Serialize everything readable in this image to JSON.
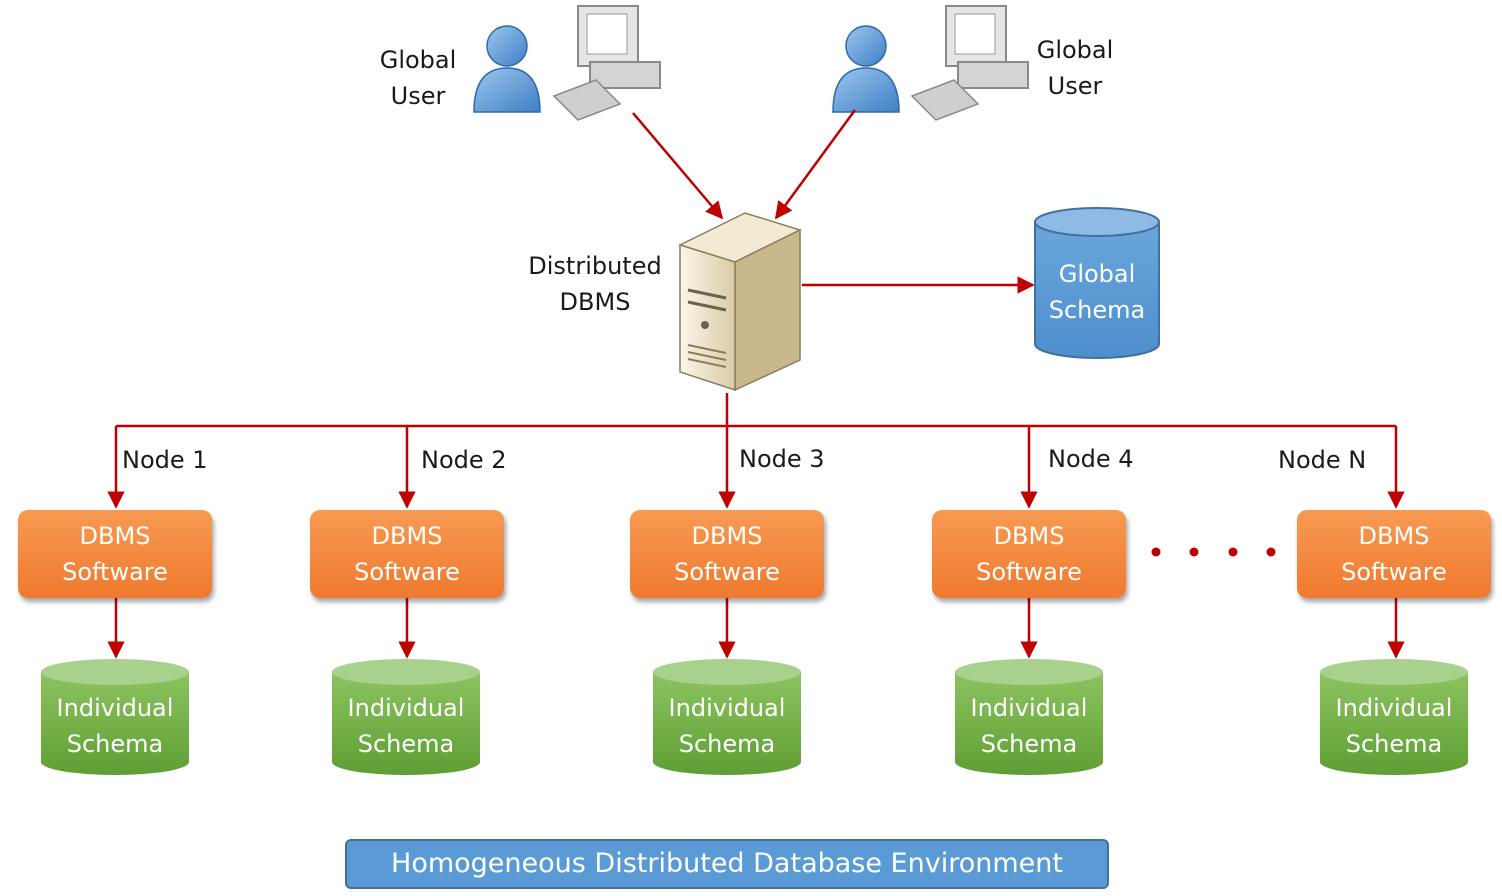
{
  "users": [
    {
      "label_line1": "Global",
      "label_line2": "User"
    },
    {
      "label_line1": "Global",
      "label_line2": "User"
    }
  ],
  "server": {
    "label_line1": "Distributed",
    "label_line2": "DBMS"
  },
  "global_schema": {
    "line1": "Global",
    "line2": "Schema"
  },
  "nodes": [
    {
      "label": "Node 1",
      "dbms_line1": "DBMS",
      "dbms_line2": "Software",
      "schema_line1": "Individual",
      "schema_line2": "Schema"
    },
    {
      "label": "Node 2",
      "dbms_line1": "DBMS",
      "dbms_line2": "Software",
      "schema_line1": "Individual",
      "schema_line2": "Schema"
    },
    {
      "label": "Node 3",
      "dbms_line1": "DBMS",
      "dbms_line2": "Software",
      "schema_line1": "Individual",
      "schema_line2": "Schema"
    },
    {
      "label": "Node 4",
      "dbms_line1": "DBMS",
      "dbms_line2": "Software",
      "schema_line1": "Individual",
      "schema_line2": "Schema"
    },
    {
      "label": "Node N",
      "dbms_line1": "DBMS",
      "dbms_line2": "Software",
      "schema_line1": "Individual",
      "schema_line2": "Schema"
    }
  ],
  "footer": {
    "title": "Homogeneous Distributed Database Environment"
  },
  "colors": {
    "connector": "#c00000",
    "dbms_box": "#ef7a2f",
    "individual_schema": "#70ad47",
    "global_schema": "#5b9bd5",
    "footer": "#5b9bd5"
  },
  "icons": [
    "user-icon",
    "computer-icon",
    "server-icon",
    "database-icon"
  ]
}
